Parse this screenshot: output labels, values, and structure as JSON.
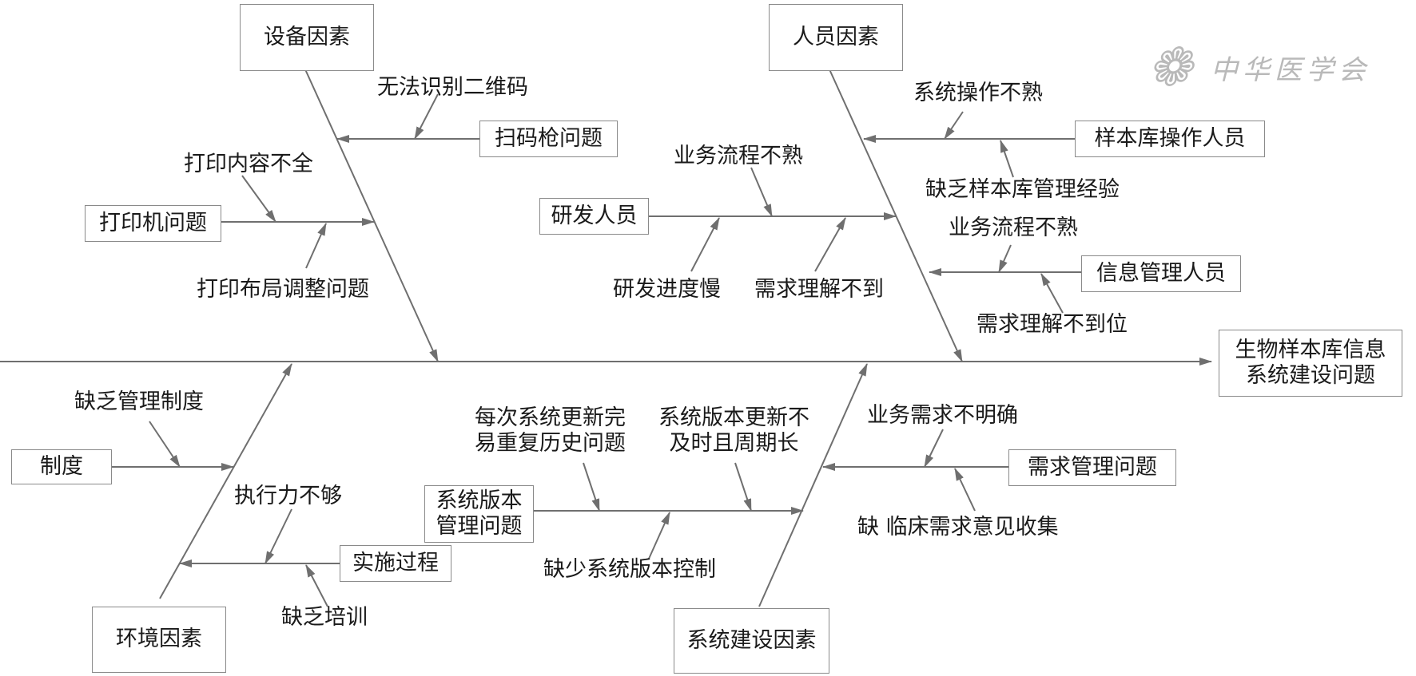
{
  "head": "生物样本库信息\n系统建设问题",
  "categories": {
    "equipment": "设备因素",
    "personnel": "人员因素",
    "environment": "环境因素",
    "system_build": "系统建设因素"
  },
  "causes": {
    "scanner": "扫码枪问题",
    "printer": "打印机问题",
    "rd_staff": "研发人员",
    "biobank_operator": "样本库操作人员",
    "info_manager": "信息管理人员",
    "regulation": "制度",
    "implementation": "实施过程",
    "version_mgmt": "系统版本\n管理问题",
    "req_mgmt": "需求管理问题"
  },
  "details": {
    "qr_unreadable": "无法识别二维码",
    "print_incomplete": "打印内容不全",
    "print_layout": "打印布局调整问题",
    "rd_process_unfamiliar": "业务流程不熟",
    "rd_slow_progress": "研发进度慢",
    "rd_req_misunderstood": "需求理解不到",
    "op_system_unfamiliar": "系统操作不熟",
    "op_lack_experience": "缺乏样本库管理经验",
    "im_process_unfamiliar": "业务流程不熟",
    "im_req_misunderstood": "需求理解不到位",
    "lack_mgmt_rules": "缺乏管理制度",
    "poor_execution": "执行力不够",
    "lack_training": "缺乏培训",
    "repeat_history_issues": "每次系统更新完\n易重复历史问题",
    "late_long_updates": "系统版本更新不\n及时且周期长",
    "lack_version_control": "缺少系统版本控制",
    "unclear_requirements": "业务需求不明确",
    "lack_clinical_feedback": "缺  临床需求意见收集"
  },
  "watermark": {
    "seal": "❁",
    "text": "中华医学会"
  },
  "colors": {
    "line": "#6f6f6f",
    "box_border": "#8a8a8a",
    "text": "#1a1a1a",
    "watermark": "#b9b9b9"
  }
}
